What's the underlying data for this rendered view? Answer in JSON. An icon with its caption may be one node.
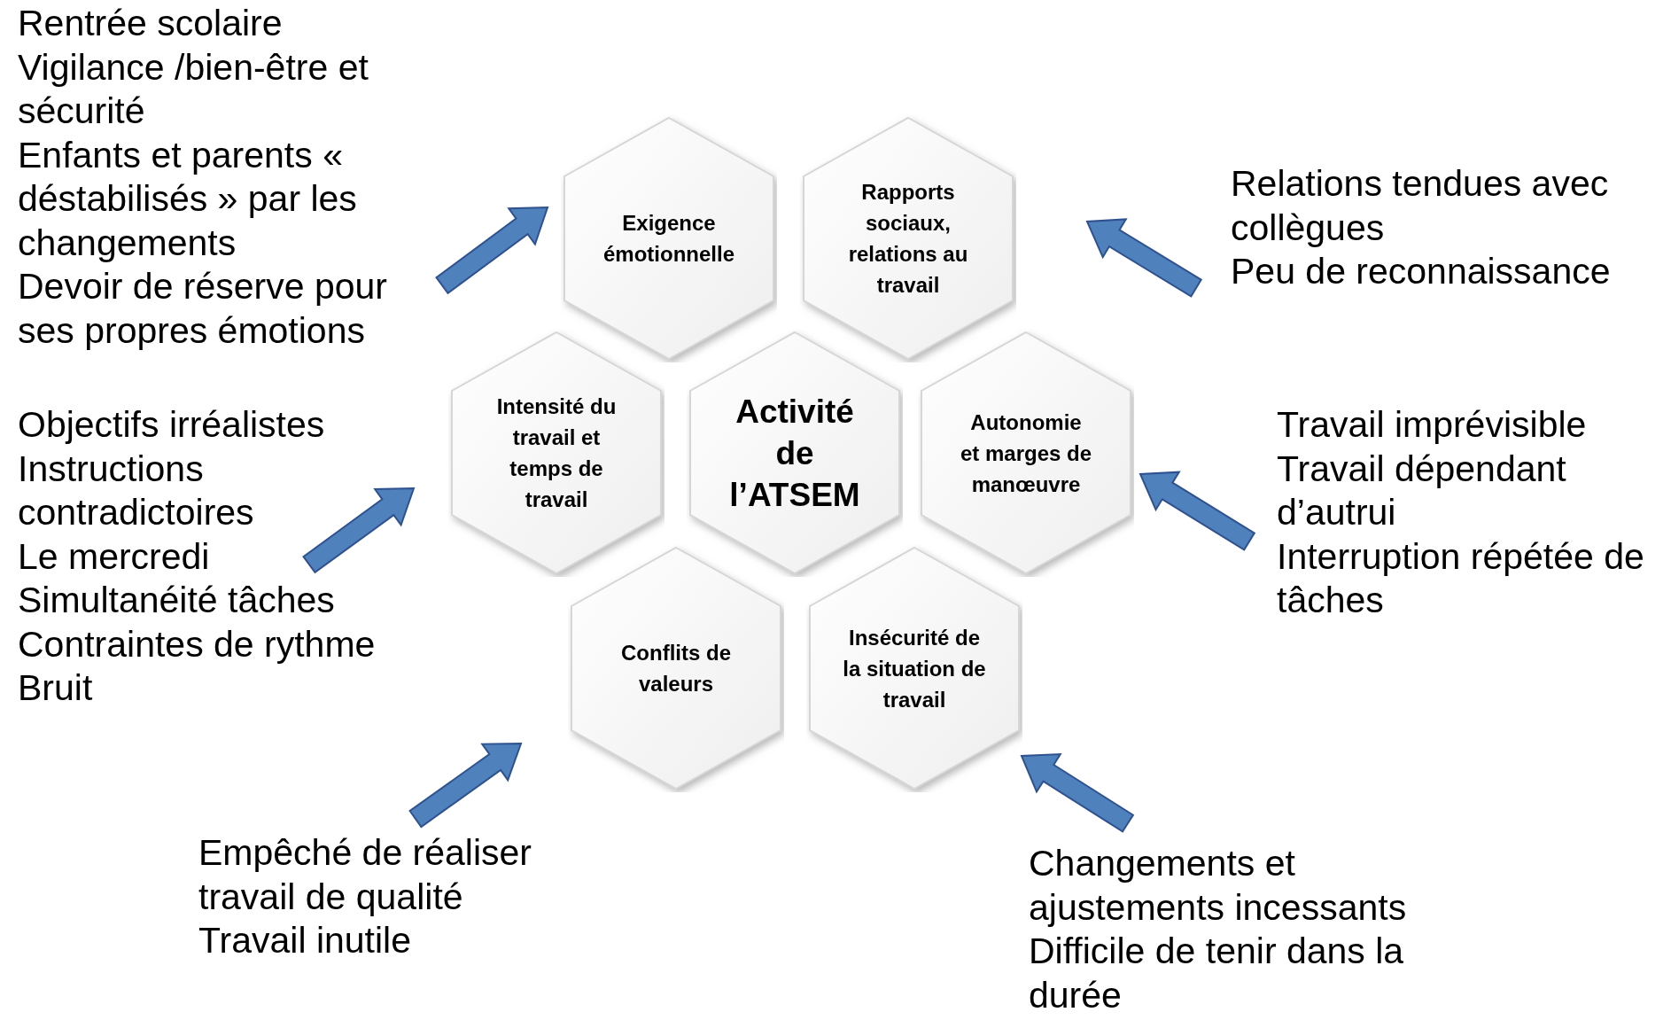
{
  "diagram": {
    "nodes": [
      {
        "text": [
          "Exigence émotionnelle"
        ]
      },
      {
        "text": [
          "Rapports sociaux, relations au travail"
        ]
      },
      {
        "text": [
          "Intensité du travail et temps de travail"
        ]
      },
      {
        "text": [
          "Activité de l’ATSEM"
        ]
      },
      {
        "text": [
          "Autonomie et marges de manœuvre"
        ]
      },
      {
        "text": [
          "Conflits de valeurs"
        ]
      },
      {
        "text": [
          "Insécurité de la situation de travail"
        ]
      },
      {
        "text": [
          "Rentrée scolaire",
          "Vigilance /bien-être et sécurité",
          "Enfants et parents « déstabilisés » par les changements",
          "Devoir de réserve pour ses propres émotions"
        ]
      },
      {
        "text": [
          "Relations tendues avec collègues",
          "Peu de reconnaissance"
        ]
      },
      {
        "text": [
          "Objectifs irréalistes",
          "Instructions contradictoires",
          "Le mercredi",
          "Simultanéité tâches",
          "Contraintes de rythme",
          "Bruit"
        ]
      },
      {
        "text": [
          "Travail imprévisible",
          "Travail dépendant d’autrui",
          "Interruption répétée de tâches"
        ]
      },
      {
        "text": [
          "Empêché de réaliser travail de qualité",
          "Travail inutile"
        ]
      },
      {
        "text": [
          "Changements et ajustements incessants",
          "Difficile de tenir dans la durée"
        ]
      }
    ],
    "edges": [
      {
        "from": 7,
        "to": 0,
        "arrow": "to",
        "style": "thick"
      },
      {
        "from": 8,
        "to": 1,
        "arrow": "to",
        "style": "thick"
      },
      {
        "from": 9,
        "to": 2,
        "arrow": "to",
        "style": "thick"
      },
      {
        "from": 10,
        "to": 4,
        "arrow": "to",
        "style": "thick"
      },
      {
        "from": 11,
        "to": 5,
        "arrow": "to",
        "style": "thick"
      },
      {
        "from": 12,
        "to": 6,
        "arrow": "to",
        "style": "thick"
      }
    ]
  }
}
